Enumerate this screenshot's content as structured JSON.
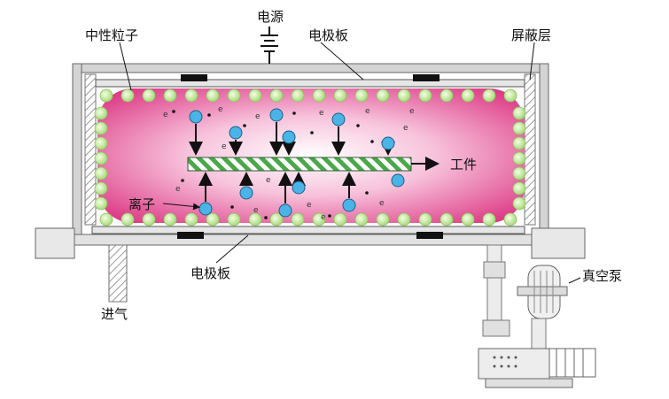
{
  "labels": {
    "power_source": "电源",
    "neutral_particles": "中性粒子",
    "electrode_top": "电极板",
    "shield_layer": "屏蔽层",
    "workpiece": "工件",
    "ions": "离子",
    "electrode_bottom": "电极板",
    "gas_inlet": "进气",
    "vacuum_pump": "真空泵"
  },
  "electron_symbol": "e",
  "colors": {
    "plasma_edge": "#e0408a",
    "plasma_center": "#ffffff",
    "neutral_particle": "#b8e38a",
    "ion": "#4ab4e6",
    "frame_gray": "#c8c8c8",
    "workpiece_green": "#4aa84a"
  }
}
